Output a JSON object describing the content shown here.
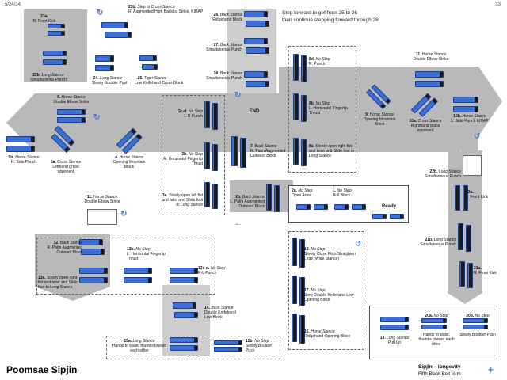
{
  "header": {
    "date": "5/24/14",
    "page": "13"
  },
  "title": "Poomsae Sipjin",
  "subtitle": {
    "line1": "Sipjin – longevity",
    "line2": "Fifth Black Belt form"
  },
  "note": {
    "line1": "Step forward to get from 25 to 26",
    "line2": "then continue stepping forward through 28"
  },
  "steps": {
    "s23a": {
      "num": "23a.",
      "stance": "",
      "technique": "R. Front Kick"
    },
    "s22b_top": {
      "num": "22b.",
      "stance": "Long Stance",
      "technique": "Simultaneous Punch"
    },
    "s23b": {
      "num": "23b.",
      "stance": "Step to Cross Stance",
      "technique": "R. Augmented High Backfist Strike, KIHAP"
    },
    "s24": {
      "num": "24.",
      "stance": "Long Stance",
      "technique": "Slowly Boulder Push"
    },
    "s25": {
      "num": "25.",
      "stance": "Tiger Stance",
      "technique": "Low Knifehand Cross Block"
    },
    "s26": {
      "num": "26.",
      "stance": "Back Stance",
      "technique": "Ridgehand Block"
    },
    "s27": {
      "num": "27.",
      "stance": "Back Stance",
      "technique": "Simultaneous Punch"
    },
    "s28": {
      "num": "28.",
      "stance": "Back Stance",
      "technique": "Simultaneous Punch"
    },
    "end": {
      "label": "END"
    },
    "s8d": {
      "num": "8d.",
      "stance": "No Step",
      "technique": "R. Punch"
    },
    "s8b": {
      "num": "8b.",
      "stance": "No Step",
      "technique": "L. Horizontal Fingertip Thrust"
    },
    "s8a": {
      "num": "8a.",
      "stance": "",
      "technique": "Slowly open right fist and twist and Slide foot to Long Stance"
    },
    "s7": {
      "num": "7.",
      "stance": "Back Stance",
      "technique": "R. Palm Augmented Outward Block"
    },
    "s9": {
      "num": "9.",
      "stance": "Horse Stance",
      "technique": "Opening Mountain Block"
    },
    "s11_top": {
      "num": "11.",
      "stance": "Horse Stance",
      "technique": "Double Elbow Strike"
    },
    "s10a": {
      "num": "10a.",
      "stance": "Cross Stance",
      "technique": "Righthand grabs opponent"
    },
    "s10b": {
      "num": "10b.",
      "stance": "Horse Stance",
      "technique": "L. Side Punch KIHAP"
    },
    "s6": {
      "num": "6.",
      "stance": "Horse Stance",
      "technique": "Double Elbow Strike"
    },
    "s5b": {
      "num": "5b.",
      "stance": "Horse Stance",
      "technique": "R. Side Punch"
    },
    "s5a": {
      "num": "5a.",
      "stance": "Cross Stance",
      "technique": "Lefthand grabs opponent"
    },
    "s4": {
      "num": "4.",
      "stance": "Horse Stance",
      "technique": "Opening Mountain Block"
    },
    "s3d": {
      "num": "3c-d.",
      "stance": "No Step",
      "technique": "L-R Punch"
    },
    "s3b": {
      "num": "3b.",
      "stance": "No Step",
      "technique": "R. Horizontal Fingertip Thrust"
    },
    "s3a": {
      "num": "3a.",
      "stance": "",
      "technique": "Slowly open left fist and twist and Slide foot to Long Stance"
    },
    "s2b": {
      "num": "2b.",
      "stance": "Back Stance",
      "technique": "L. Palm Augmented Outward Block"
    },
    "s2a": {
      "num": "2a.",
      "stance": "No Step",
      "technique": "Open Arms"
    },
    "s1": {
      "num": "1.",
      "stance": "No Step",
      "technique": "Bull Block"
    },
    "ready": {
      "label": "Ready"
    },
    "s22b": {
      "num": "22b.",
      "stance": "Long Stance",
      "technique": "Simultaneous Punch"
    },
    "s22a": {
      "num": "22a.",
      "stance": "",
      "technique": "L. Front Kick"
    },
    "s21b": {
      "num": "21b.",
      "stance": "Long Stance",
      "technique": "Simultaneous Punch"
    },
    "s21a": {
      "num": "21a.",
      "stance": "",
      "technique": "R. Front Kick"
    },
    "s11": {
      "num": "11.",
      "stance": "Horse Stance",
      "technique": "Double Elbow Strike"
    },
    "s12": {
      "num": "12.",
      "stance": "Back Stance",
      "technique": "R. Palm Augmented Outward Block"
    },
    "s13b": {
      "num": "13b.",
      "stance": "No Step",
      "technique": "L. Horizontal Fingertip Thrust"
    },
    "s13d": {
      "num": "13c-d.",
      "stance": "No Step",
      "technique": "R-L Punch"
    },
    "s13a": {
      "num": "13a.",
      "stance": "",
      "technique": "Slowly open right fist and twist and Slide foot to Long Stance"
    },
    "s14": {
      "num": "14.",
      "stance": "Back Stance",
      "technique": "Double Knifehand Low Block"
    },
    "s15a": {
      "num": "15a.",
      "stance": "Long Stance",
      "technique": "Hands to waist, thumbs toward each other"
    },
    "s15b": {
      "num": "15b.",
      "stance": "No Step",
      "technique": "Slowly Boulder Push"
    },
    "s18": {
      "num": "18.",
      "stance": "No Step",
      "technique": "Slowly Close Fists Straighten Legs (Wide Stance)"
    },
    "s17": {
      "num": "17.",
      "stance": "No Step",
      "technique": "Slow Double Knifehand Low Opening Block"
    },
    "s16": {
      "num": "16.",
      "stance": "Horse Stance",
      "technique": "Ridgehand Opening Block"
    },
    "s19": {
      "num": "19.",
      "stance": "Long Stance",
      "technique": "Pull Up"
    },
    "s20a": {
      "num": "20a.",
      "stance": "No Step",
      "technique": "Hands to waist, thumbs toward each other"
    },
    "s20b": {
      "num": "20b.",
      "stance": "No Step",
      "technique": "Slowly Boulder Push"
    }
  },
  "colors": {
    "foot": "#3a6fd6",
    "path": "#b9b9b9",
    "accent": "#4a7ad4"
  }
}
